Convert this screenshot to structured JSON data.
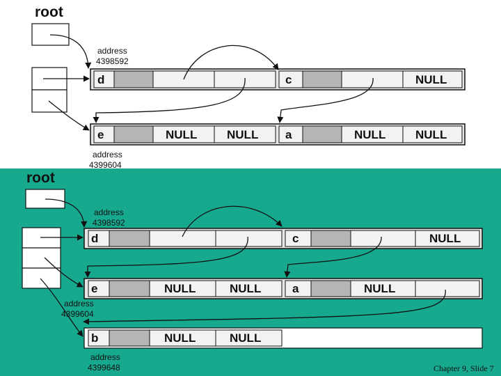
{
  "diagram": {
    "root_label": "root",
    "address_label": "address",
    "addresses": {
      "d": "4398592",
      "e": "4399604",
      "b": "4399648"
    },
    "nodes_before": [
      {
        "key": "d",
        "left": "",
        "right": ""
      },
      {
        "key": "c",
        "left": "",
        "right": "NULL"
      },
      {
        "key": "e",
        "left": "NULL",
        "right": "NULL"
      },
      {
        "key": "a",
        "left": "NULL",
        "right": "NULL"
      }
    ],
    "nodes_after": [
      {
        "key": "d",
        "left": "",
        "right": ""
      },
      {
        "key": "c",
        "left": "",
        "right": "NULL"
      },
      {
        "key": "e",
        "left": "NULL",
        "right": "NULL"
      },
      {
        "key": "a",
        "left": "NULL",
        "right": ""
      },
      {
        "key": "b",
        "left": "NULL",
        "right": "NULL"
      }
    ]
  },
  "footer": {
    "slide_label": "Chapter 9, Slide 7"
  },
  "colors": {
    "bottom_background": "#17a98e",
    "cell_gray": "#b5b5b5",
    "bar_fill": "#e6e6e6"
  }
}
